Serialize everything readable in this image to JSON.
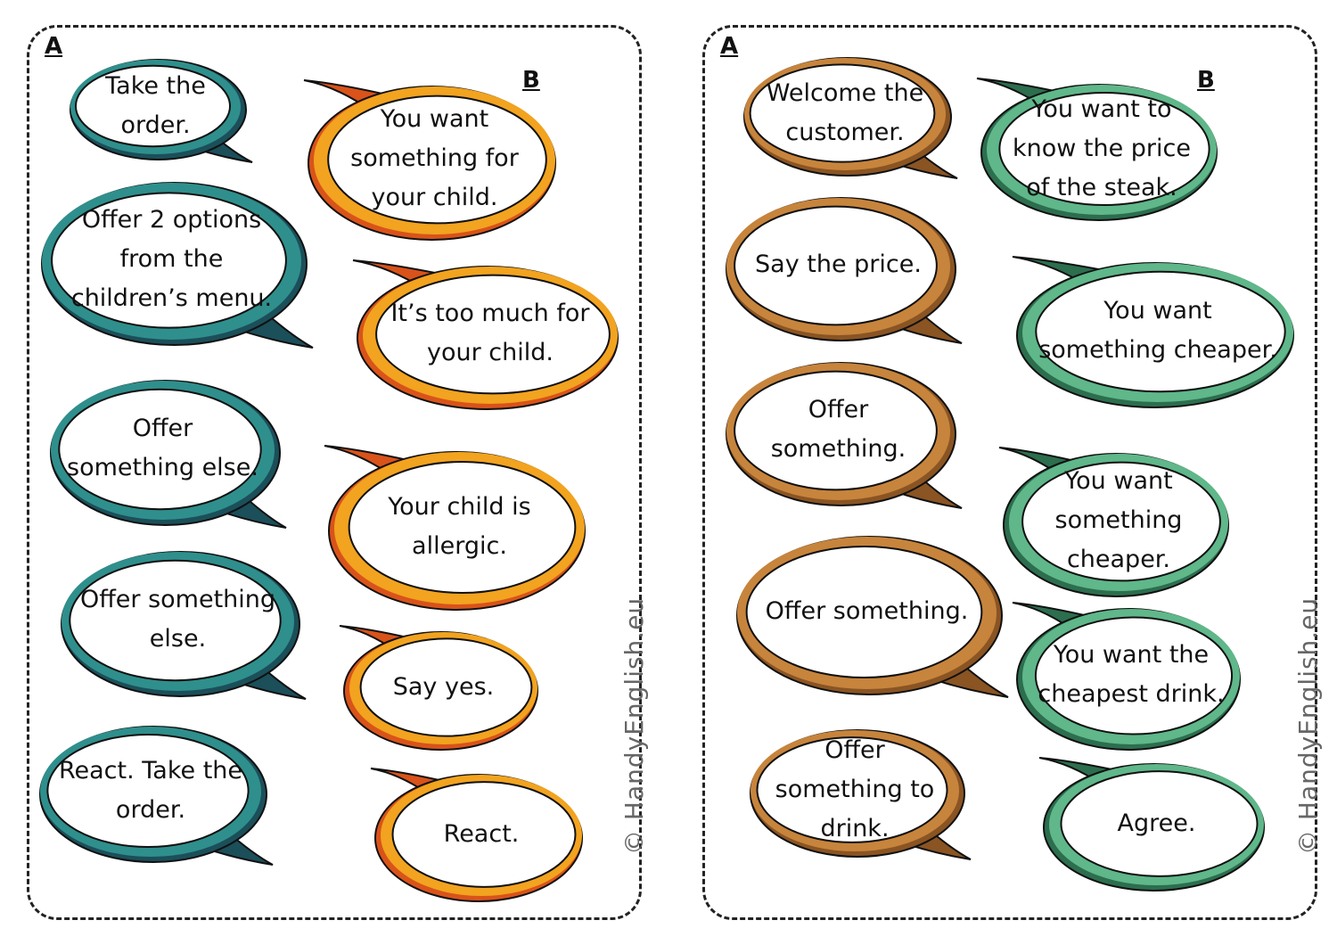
{
  "cards": [
    {
      "label_a": "A",
      "label_b": "B",
      "copyright": "© HandyEnglish.eu",
      "a_bubbles": [
        "Take the order.",
        "Offer 2 options from the children’s menu.",
        "Offer something else.",
        "Offer something else.",
        "React. Take the order."
      ],
      "b_bubbles": [
        "You want something for your child.",
        "It’s too much for your child.",
        "Your child is allergic.",
        "Say yes.",
        "React."
      ]
    },
    {
      "label_a": "A",
      "label_b": "B",
      "copyright": "© HandyEnglish.eu",
      "a_bubbles": [
        "Welcome the customer.",
        "Say the price.",
        "Offer something.",
        "Offer something.",
        "Offer something to drink."
      ],
      "b_bubbles": [
        "You want to know the price of the steak.",
        "You want something cheaper.",
        "You want something cheaper.",
        "You want the cheapest drink.",
        "Agree."
      ]
    }
  ],
  "colors": {
    "teal_ring": "#2f8f8c",
    "teal_dark": "#1b4f5a",
    "orange_ring": "#f2a31f",
    "orange_dark": "#d9531a",
    "brown_ring": "#c7843c",
    "brown_dark": "#8a5423",
    "green_ring": "#5fb78a",
    "green_dark": "#2c6e4e"
  }
}
